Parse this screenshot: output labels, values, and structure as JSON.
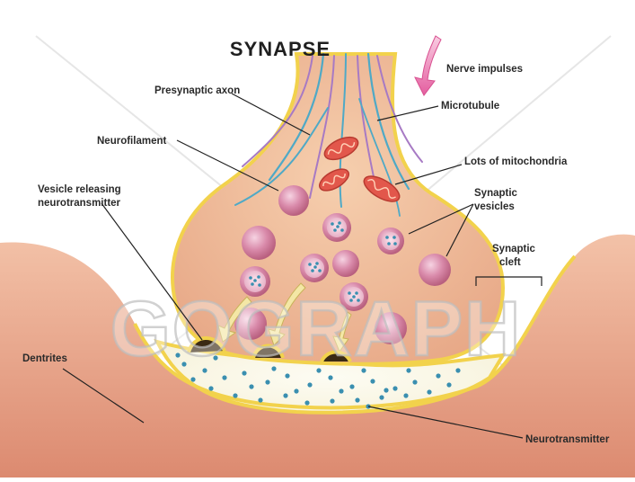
{
  "title": "SYNAPSE",
  "labels": {
    "presynaptic_axon": "Presynaptic axon",
    "nerve_impulses": "Nerve impulses",
    "microtubule": "Microtubule",
    "neurofilament": "Neurofilament",
    "lots_of_mitochondria": "Lots of mitochondria",
    "vesicle_releasing_1": "Vesicle releasing",
    "vesicle_releasing_2": "neurotransmitter",
    "synaptic_vesicles_1": "Synaptic",
    "synaptic_vesicles_2": "vesicles",
    "synaptic_cleft_1": "Synaptic",
    "synaptic_cleft_2": "cleft",
    "dentrites": "Dentrites",
    "neurotransmitter": "Neurotransmitter"
  },
  "watermark": "GOGRAPH",
  "colors": {
    "membrane": "#f2d24c",
    "cytoplasm": "#f1bf9c",
    "dendrite": "#e9a589",
    "vesicle": "#d98aaa",
    "mitochondria": "#e2574b",
    "neurotransmitter_dot": "#3a8fb0",
    "impulse_arrow": "#e87fb4"
  }
}
